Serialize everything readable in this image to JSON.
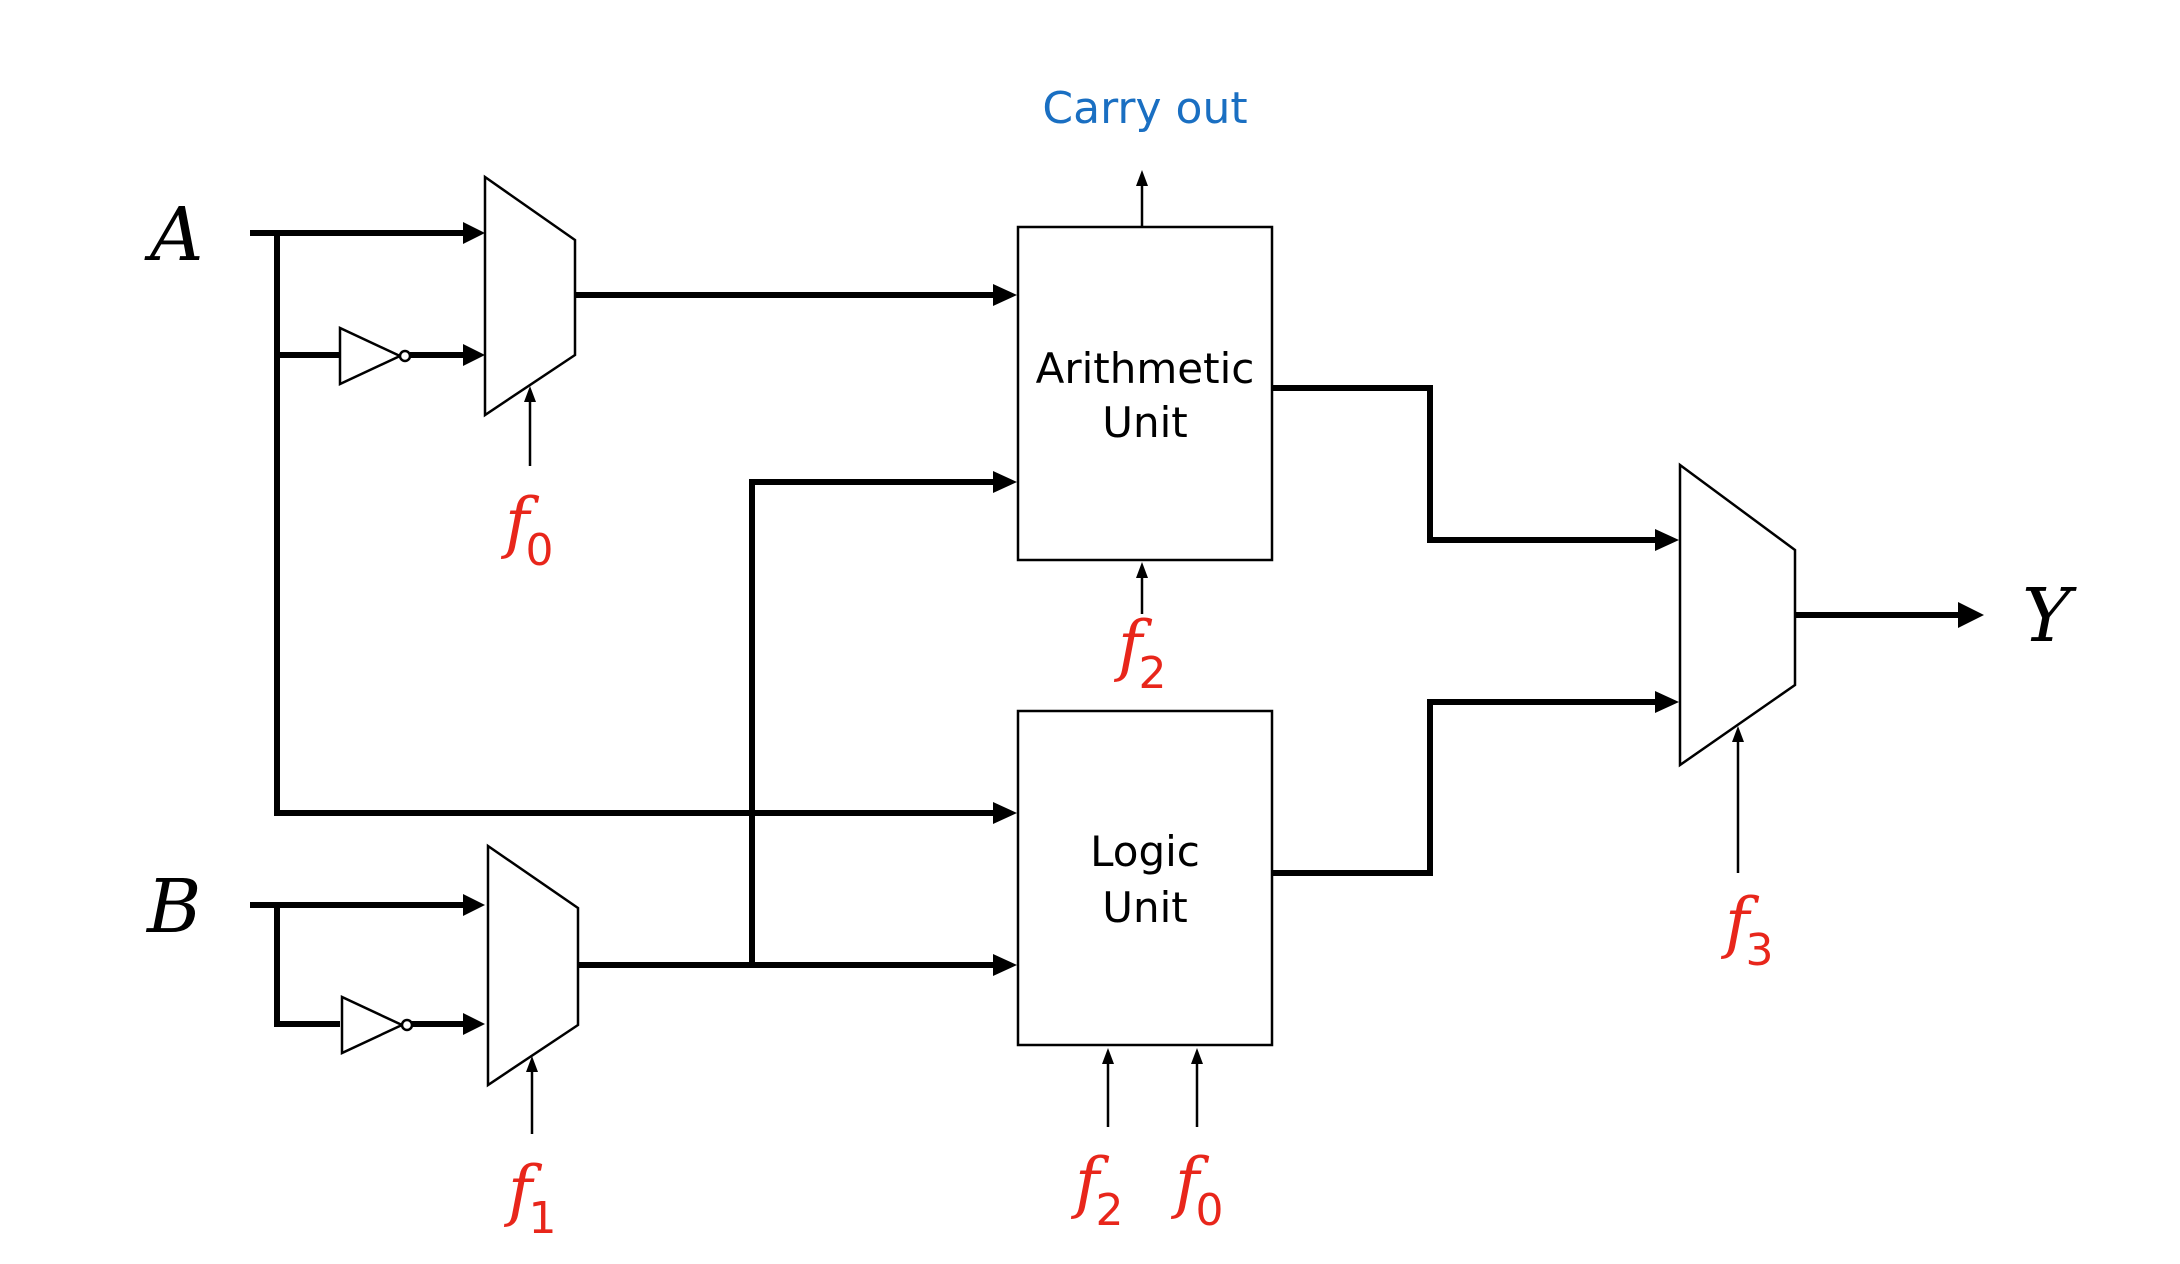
{
  "inputs": {
    "a": "A",
    "b": "B"
  },
  "output": "Y",
  "carry_out": "Carry out",
  "arithmetic_unit": {
    "line1": "Arithmetic",
    "line2": "Unit"
  },
  "logic_unit": {
    "line1": "Logic",
    "line2": "Unit"
  },
  "controls": {
    "mux_a": {
      "letter": "f",
      "sub": "0"
    },
    "mux_b": {
      "letter": "f",
      "sub": "1"
    },
    "arith": {
      "letter": "f",
      "sub": "2"
    },
    "logic_1": {
      "letter": "f",
      "sub": "2"
    },
    "logic_2": {
      "letter": "f",
      "sub": "0"
    },
    "mux_out": {
      "letter": "f",
      "sub": "3"
    }
  },
  "colors": {
    "control": "#e8261b",
    "carry": "#1a6fc2",
    "wire": "#000000"
  }
}
